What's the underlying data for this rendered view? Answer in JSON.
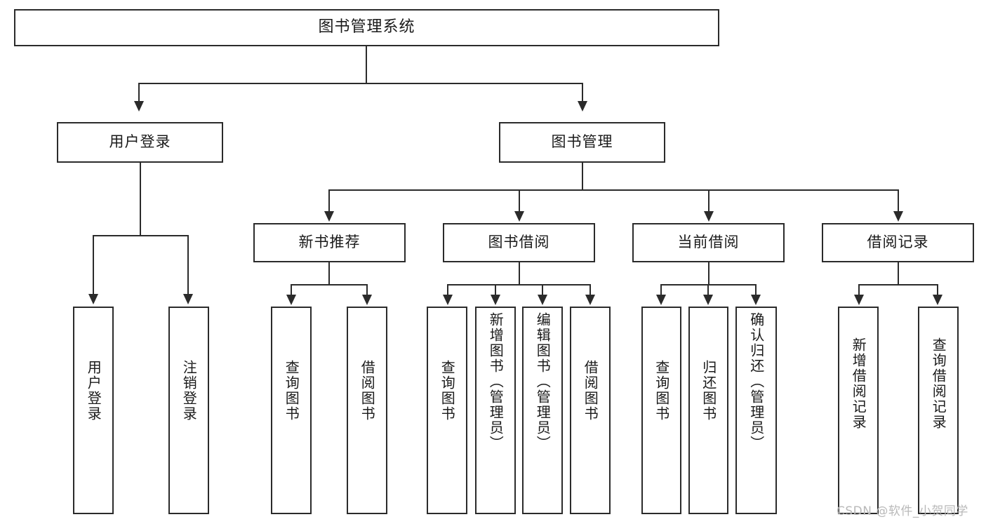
{
  "diagram": {
    "title": "图书管理系统",
    "type": "tree-hierarchy",
    "background_color": "#ffffff",
    "line_color": "#2b2b2b",
    "text_color": "#1a1a1a"
  },
  "root": {
    "label": "图书管理系统"
  },
  "level2": [
    {
      "label": "用户登录"
    },
    {
      "label": "图书管理"
    }
  ],
  "level3": [
    {
      "label": "新书推荐"
    },
    {
      "label": "图书借阅"
    },
    {
      "label": "当前借阅"
    },
    {
      "label": "借阅记录"
    }
  ],
  "leaves": {
    "user_login": [
      {
        "label": "用户登录"
      },
      {
        "label": "注销登录"
      }
    ],
    "new_book": [
      {
        "label": "查询图书"
      },
      {
        "label": "借阅图书"
      }
    ],
    "borrow_book": [
      {
        "label": "查询图书"
      },
      {
        "label": "新增图书（管理员）"
      },
      {
        "label": "编辑图书（管理员）"
      },
      {
        "label": "借阅图书"
      }
    ],
    "current_borrow": [
      {
        "label": "查询图书"
      },
      {
        "label": "归还图书"
      },
      {
        "label": "确认归还（管理员）"
      }
    ],
    "borrow_record": [
      {
        "label": "新增借阅记录"
      },
      {
        "label": "查询借阅记录"
      }
    ]
  },
  "watermark": {
    "text": "CSDN @软件_小贺同学",
    "color": "#b9b9b9"
  }
}
